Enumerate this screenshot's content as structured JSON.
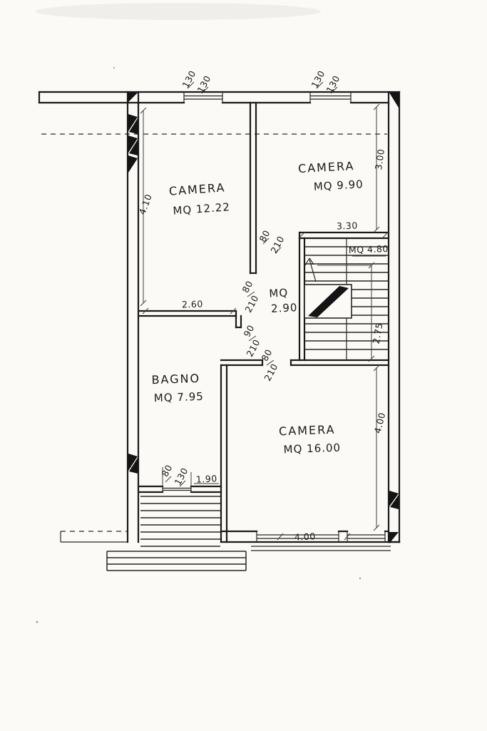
{
  "document": {
    "type": "hand-drawn floor plan"
  },
  "rooms": {
    "camera1": {
      "name": "CAMERA",
      "area": "MQ 12.22"
    },
    "camera2": {
      "name": "CAMERA",
      "area": "MQ 9.90"
    },
    "camera3": {
      "name": "CAMERA",
      "area": "MQ 16.00"
    },
    "bagno": {
      "name": "BAGNO",
      "area": "MQ 7.95"
    },
    "hall": {
      "unit": "MQ",
      "area": "2.90"
    },
    "stairs": {
      "label": "MQ 4.80"
    }
  },
  "dims": {
    "win_left_w": "130",
    "win_left_h": "130",
    "win_right_w": "130",
    "win_right_h": "130",
    "camera2_depth": "3.00",
    "camera1_side": "4.10",
    "stairs_width": "3.30",
    "stairs_depth": "2.75",
    "bagno_width": "2.60",
    "camera3_side": "4.00",
    "camera3_window": "4.00",
    "entry_width": "1.90",
    "door_top_w": "80",
    "door_top_h": "210",
    "door_camera1_w": "80",
    "door_camera1_h": "210",
    "door_bagno_w": "90",
    "door_bagno_h": "210",
    "door_camera3_w": "80",
    "door_camera3_h": "210",
    "door_entry_w": "80",
    "door_entry_h": "130"
  }
}
